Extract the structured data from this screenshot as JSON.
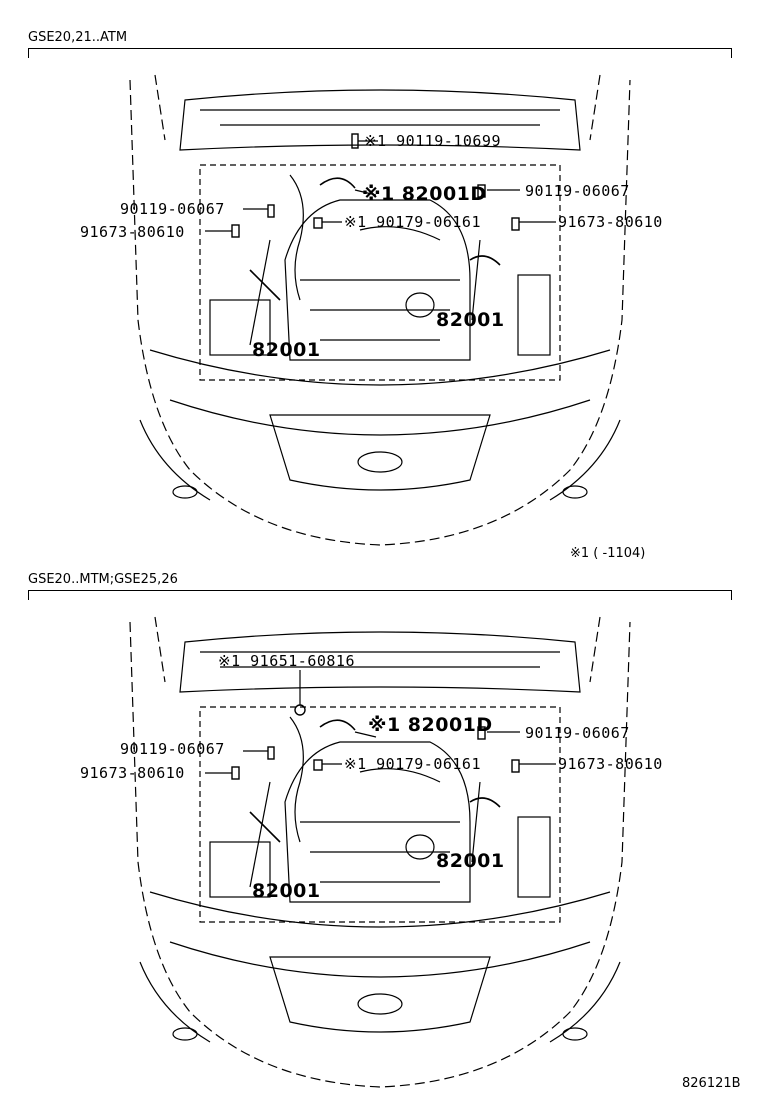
{
  "sections": [
    {
      "title": "GSE20,21..ATM",
      "labels": {
        "l1": "※1 90119-10699",
        "l2": "※1 82001D",
        "l3": "90119-06067",
        "l4": "90119-06067",
        "l5": "※1 90179-06161",
        "l6": "91673-80610",
        "l7": "91673-80610",
        "l8": "82001",
        "l9": "82001"
      },
      "footnote": "※1 (      -1104)"
    },
    {
      "title": "GSE20..MTM;GSE25,26",
      "labels": {
        "l1": "※1 91651-60816",
        "l2": "※1 82001D",
        "l3": "90119-06067",
        "l4": "90119-06067",
        "l5": "※1 90179-06161",
        "l6": "91673-80610",
        "l7": "91673-80610",
        "l8": "82001",
        "l9": "82001"
      }
    }
  ],
  "drawing_code": "826121B"
}
